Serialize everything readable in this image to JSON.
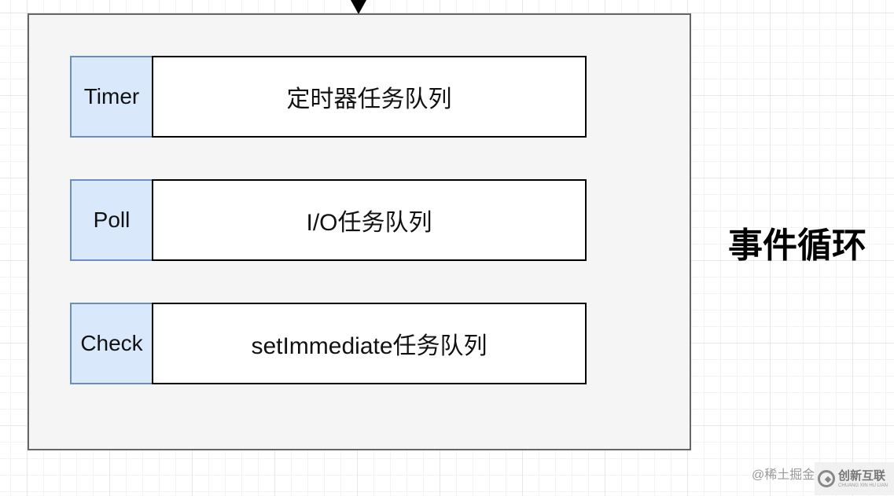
{
  "diagram": {
    "phases": [
      {
        "label": "Timer",
        "queue": "定时器任务队列"
      },
      {
        "label": "Poll",
        "queue": "I/O任务队列"
      },
      {
        "label": "Check",
        "queue": "setImmediate任务队列"
      }
    ],
    "side_title": "事件循环"
  },
  "watermark": {
    "text": "@稀土掘金",
    "logo_text": "创新互联",
    "logo_sub": "CHUANG XIN HU LIAN"
  },
  "colors": {
    "phase_fill": "#dae8fc",
    "phase_border": "#6c8ebf",
    "container_fill": "#f5f5f5",
    "container_border": "#666666"
  }
}
